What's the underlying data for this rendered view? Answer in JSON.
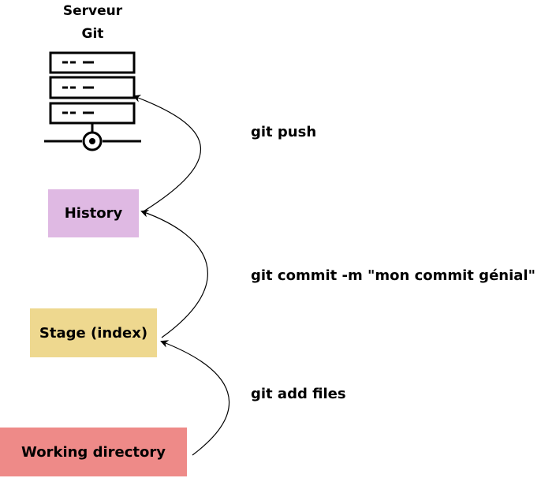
{
  "server": {
    "title_line1": "Serveur",
    "title_line2": "Git",
    "icon": "server-icon"
  },
  "boxes": {
    "history": {
      "label": "History",
      "color": "#dfb9e3"
    },
    "stage": {
      "label": "Stage (index)",
      "color": "#eed88f"
    },
    "working": {
      "label": "Working directory",
      "color": "#ee8a88"
    }
  },
  "commands": {
    "push": "git push",
    "commit": "git commit -m \"mon commit génial\"",
    "add": "git add files"
  },
  "colors": {
    "arrow": "#000000"
  }
}
